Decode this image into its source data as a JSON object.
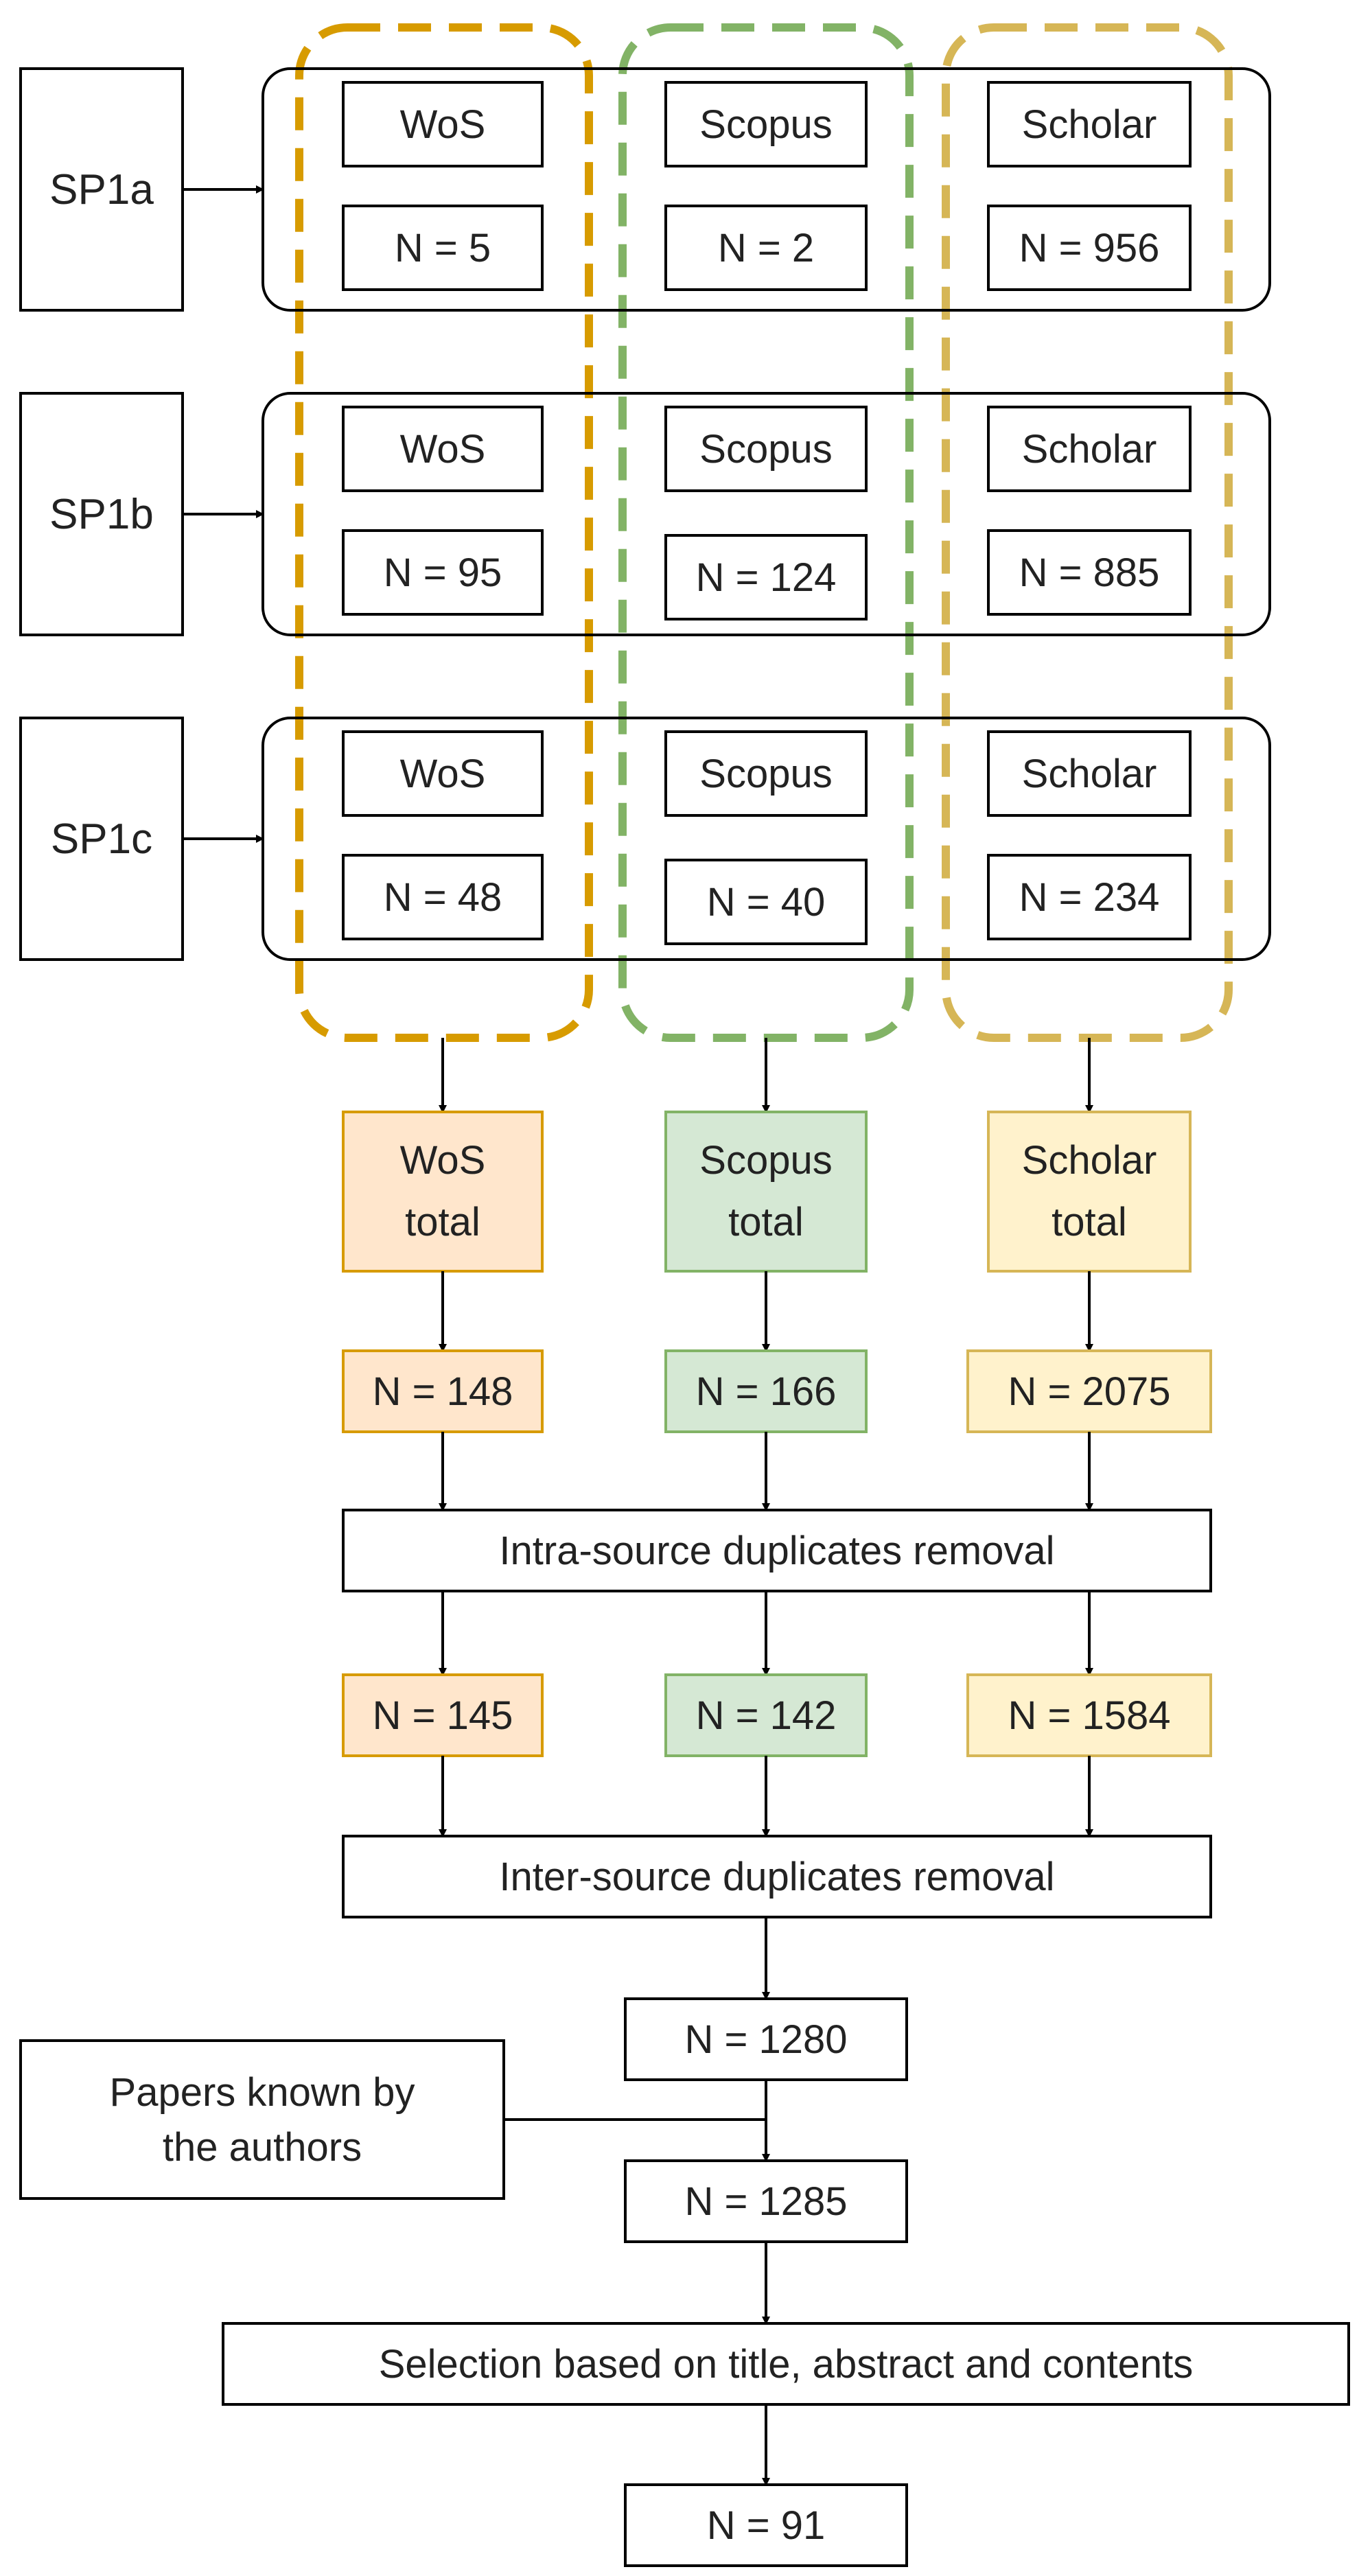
{
  "colors": {
    "wos_stroke": "#d79b00",
    "wos_fill": "#ffe6cc",
    "scopus_stroke": "#82b366",
    "scopus_fill": "#d5e8d4",
    "scholar_stroke": "#d6b656",
    "scholar_fill": "#fff2cc",
    "line": "#000000"
  },
  "search_phases": [
    {
      "label": "SP1a",
      "sources": [
        "WoS",
        "Scopus",
        "Scholar"
      ],
      "counts": [
        "N = 5",
        "N = 2",
        "N = 956"
      ]
    },
    {
      "label": "SP1b",
      "sources": [
        "WoS",
        "Scopus",
        "Scholar"
      ],
      "counts": [
        "N = 95",
        "N = 124",
        "N = 885"
      ]
    },
    {
      "label": "SP1c",
      "sources": [
        "WoS",
        "Scopus",
        "Scholar"
      ],
      "counts": [
        "N = 48",
        "N = 40",
        "N = 234"
      ]
    }
  ],
  "totals": {
    "labels": [
      [
        "WoS",
        "total"
      ],
      [
        "Scopus",
        "total"
      ],
      [
        "Scholar",
        "total"
      ]
    ],
    "counts": [
      "N = 148",
      "N = 166",
      "N = 2075"
    ]
  },
  "intra_removal": {
    "label": "Intra-source duplicates removal",
    "counts": [
      "N = 145",
      "N = 142",
      "N = 1584"
    ]
  },
  "inter_removal": {
    "label": "Inter-source duplicates removal",
    "count": "N = 1280"
  },
  "known_papers": {
    "lines": [
      "Papers known by",
      "the authors"
    ],
    "count": "N = 1285"
  },
  "selection": {
    "label": "Selection based on title, abstract and contents",
    "count": "N = 91"
  }
}
